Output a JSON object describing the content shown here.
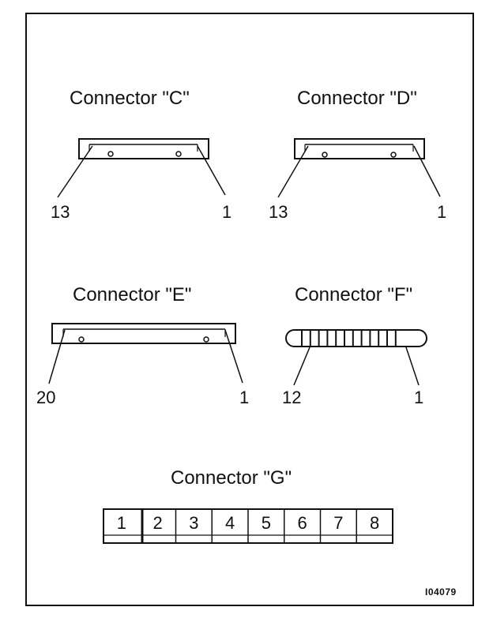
{
  "connectors": {
    "c": {
      "title": "Connector \"C\"",
      "pin_left": "13",
      "pin_right": "1"
    },
    "d": {
      "title": "Connector \"D\"",
      "pin_left": "13",
      "pin_right": "1"
    },
    "e": {
      "title": "Connector \"E\"",
      "pin_left": "20",
      "pin_right": "1"
    },
    "f": {
      "title": "Connector \"F\"",
      "pin_left": "12",
      "pin_right": "1"
    },
    "g": {
      "title": "Connector \"G\"",
      "cells": [
        "1",
        "2",
        "3",
        "4",
        "5",
        "6",
        "7",
        "8"
      ]
    }
  },
  "figure_code": "I04079"
}
